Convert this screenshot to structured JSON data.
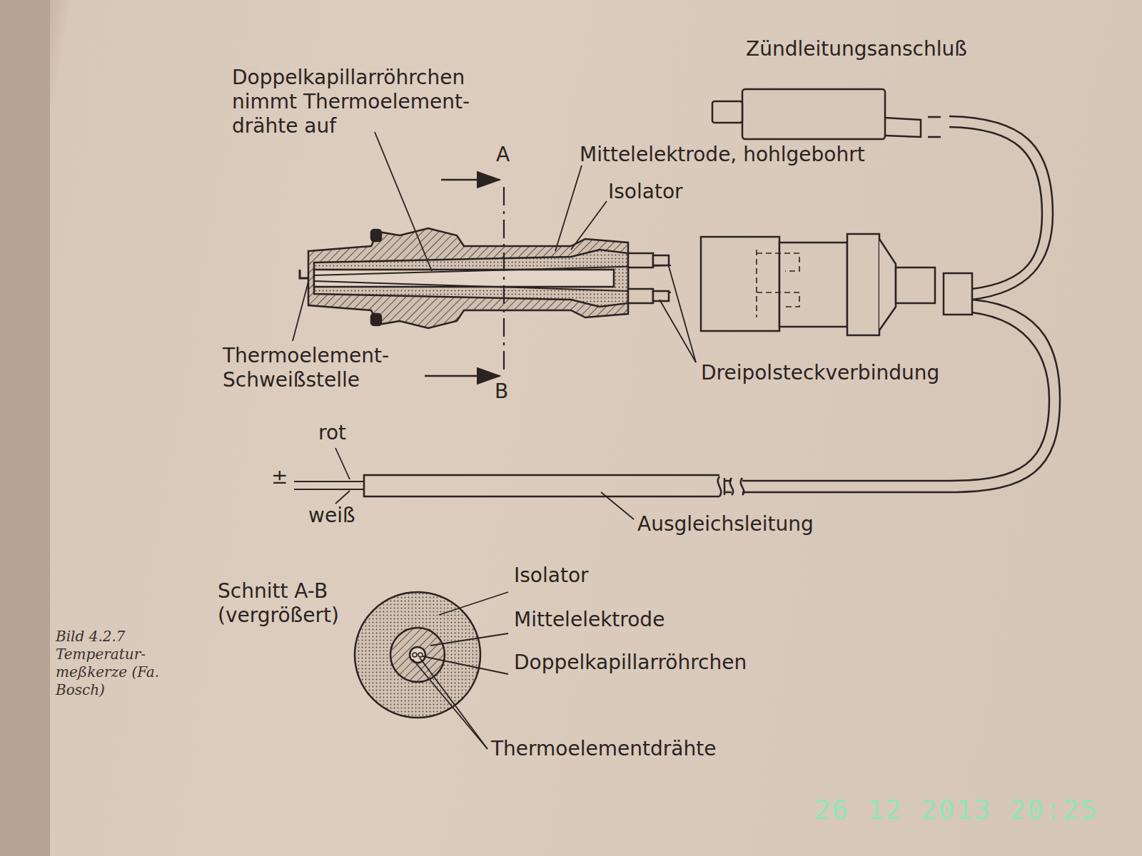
{
  "diagram": {
    "caption": "Bild 4.2.7 Temperatur- meßkerze (Fa. Bosch)",
    "labels": [
      "Doppelkapillarröhrchen nimmt Thermoelement- drähte auf",
      "Zündleitungsanschluß",
      "Mittelelektrode, hohlgebohrt",
      "Isolator",
      "A",
      "B",
      "Thermoelement- Schweißstelle",
      "Dreipolsteckverbindung",
      "rot",
      "±",
      "weiß",
      "Ausgleichsleitung",
      "Schnitt A-B (vergrößert)",
      "Isolator",
      "Mittelelektrode",
      "Doppelkapillarröhrchen",
      "Thermoelementdrähte",
      "26 12 2013 20:25"
    ]
  }
}
